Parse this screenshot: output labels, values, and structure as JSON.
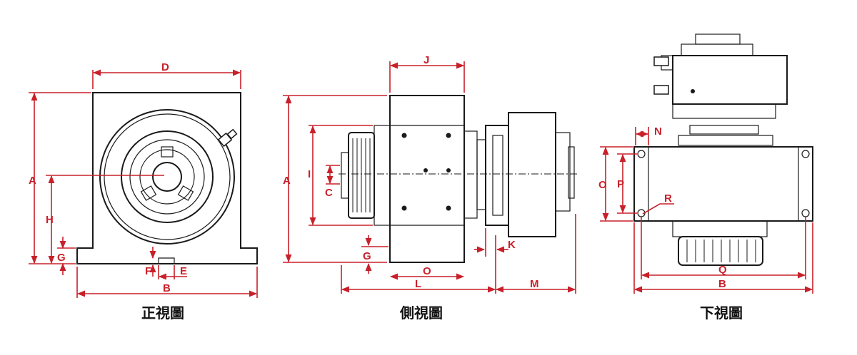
{
  "views": {
    "front": {
      "caption": "正視圖",
      "labels": {
        "D": "D",
        "A": "A",
        "H": "H",
        "G": "G",
        "F": "F",
        "E": "E",
        "B": "B"
      }
    },
    "side": {
      "caption": "側視圖",
      "labels": {
        "J": "J",
        "A": "A",
        "I": "I",
        "C": "C",
        "G": "G",
        "O": "O",
        "L": "L",
        "K": "K",
        "M": "M"
      }
    },
    "bottom": {
      "caption": "下視圖",
      "labels": {
        "N": "N",
        "O": "O",
        "P": "P",
        "R": "R",
        "Q": "Q",
        "B": "B"
      }
    }
  },
  "colors": {
    "dimension": "#c8202a",
    "outline": "#1a1a1a"
  }
}
